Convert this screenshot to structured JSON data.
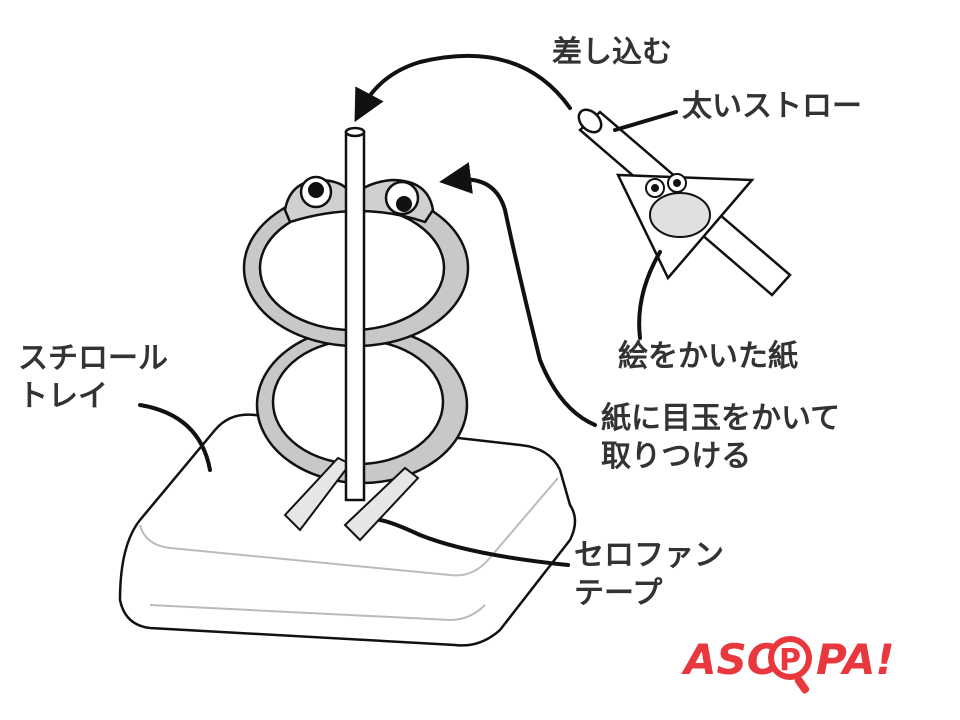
{
  "labels": {
    "insert": "差し込む",
    "thick_straw": "太いストロー",
    "drawn_paper": "絵をかいた紙",
    "eyes_line1": "紙に目玉をかいて",
    "eyes_line2": "取りつける",
    "tray_line1": "スチロール",
    "tray_line2": "トレイ",
    "tape_line1": "セロファン",
    "tape_line2": "テープ"
  },
  "logo": {
    "left": "ASO",
    "middle": "P",
    "right": "PA!"
  },
  "colors": {
    "stroke": "#111111",
    "ring_fill": "#c8c8c8",
    "tray_shade": "#e6e6e6",
    "label_text": "#333333",
    "logo_red": "#e8383d"
  }
}
